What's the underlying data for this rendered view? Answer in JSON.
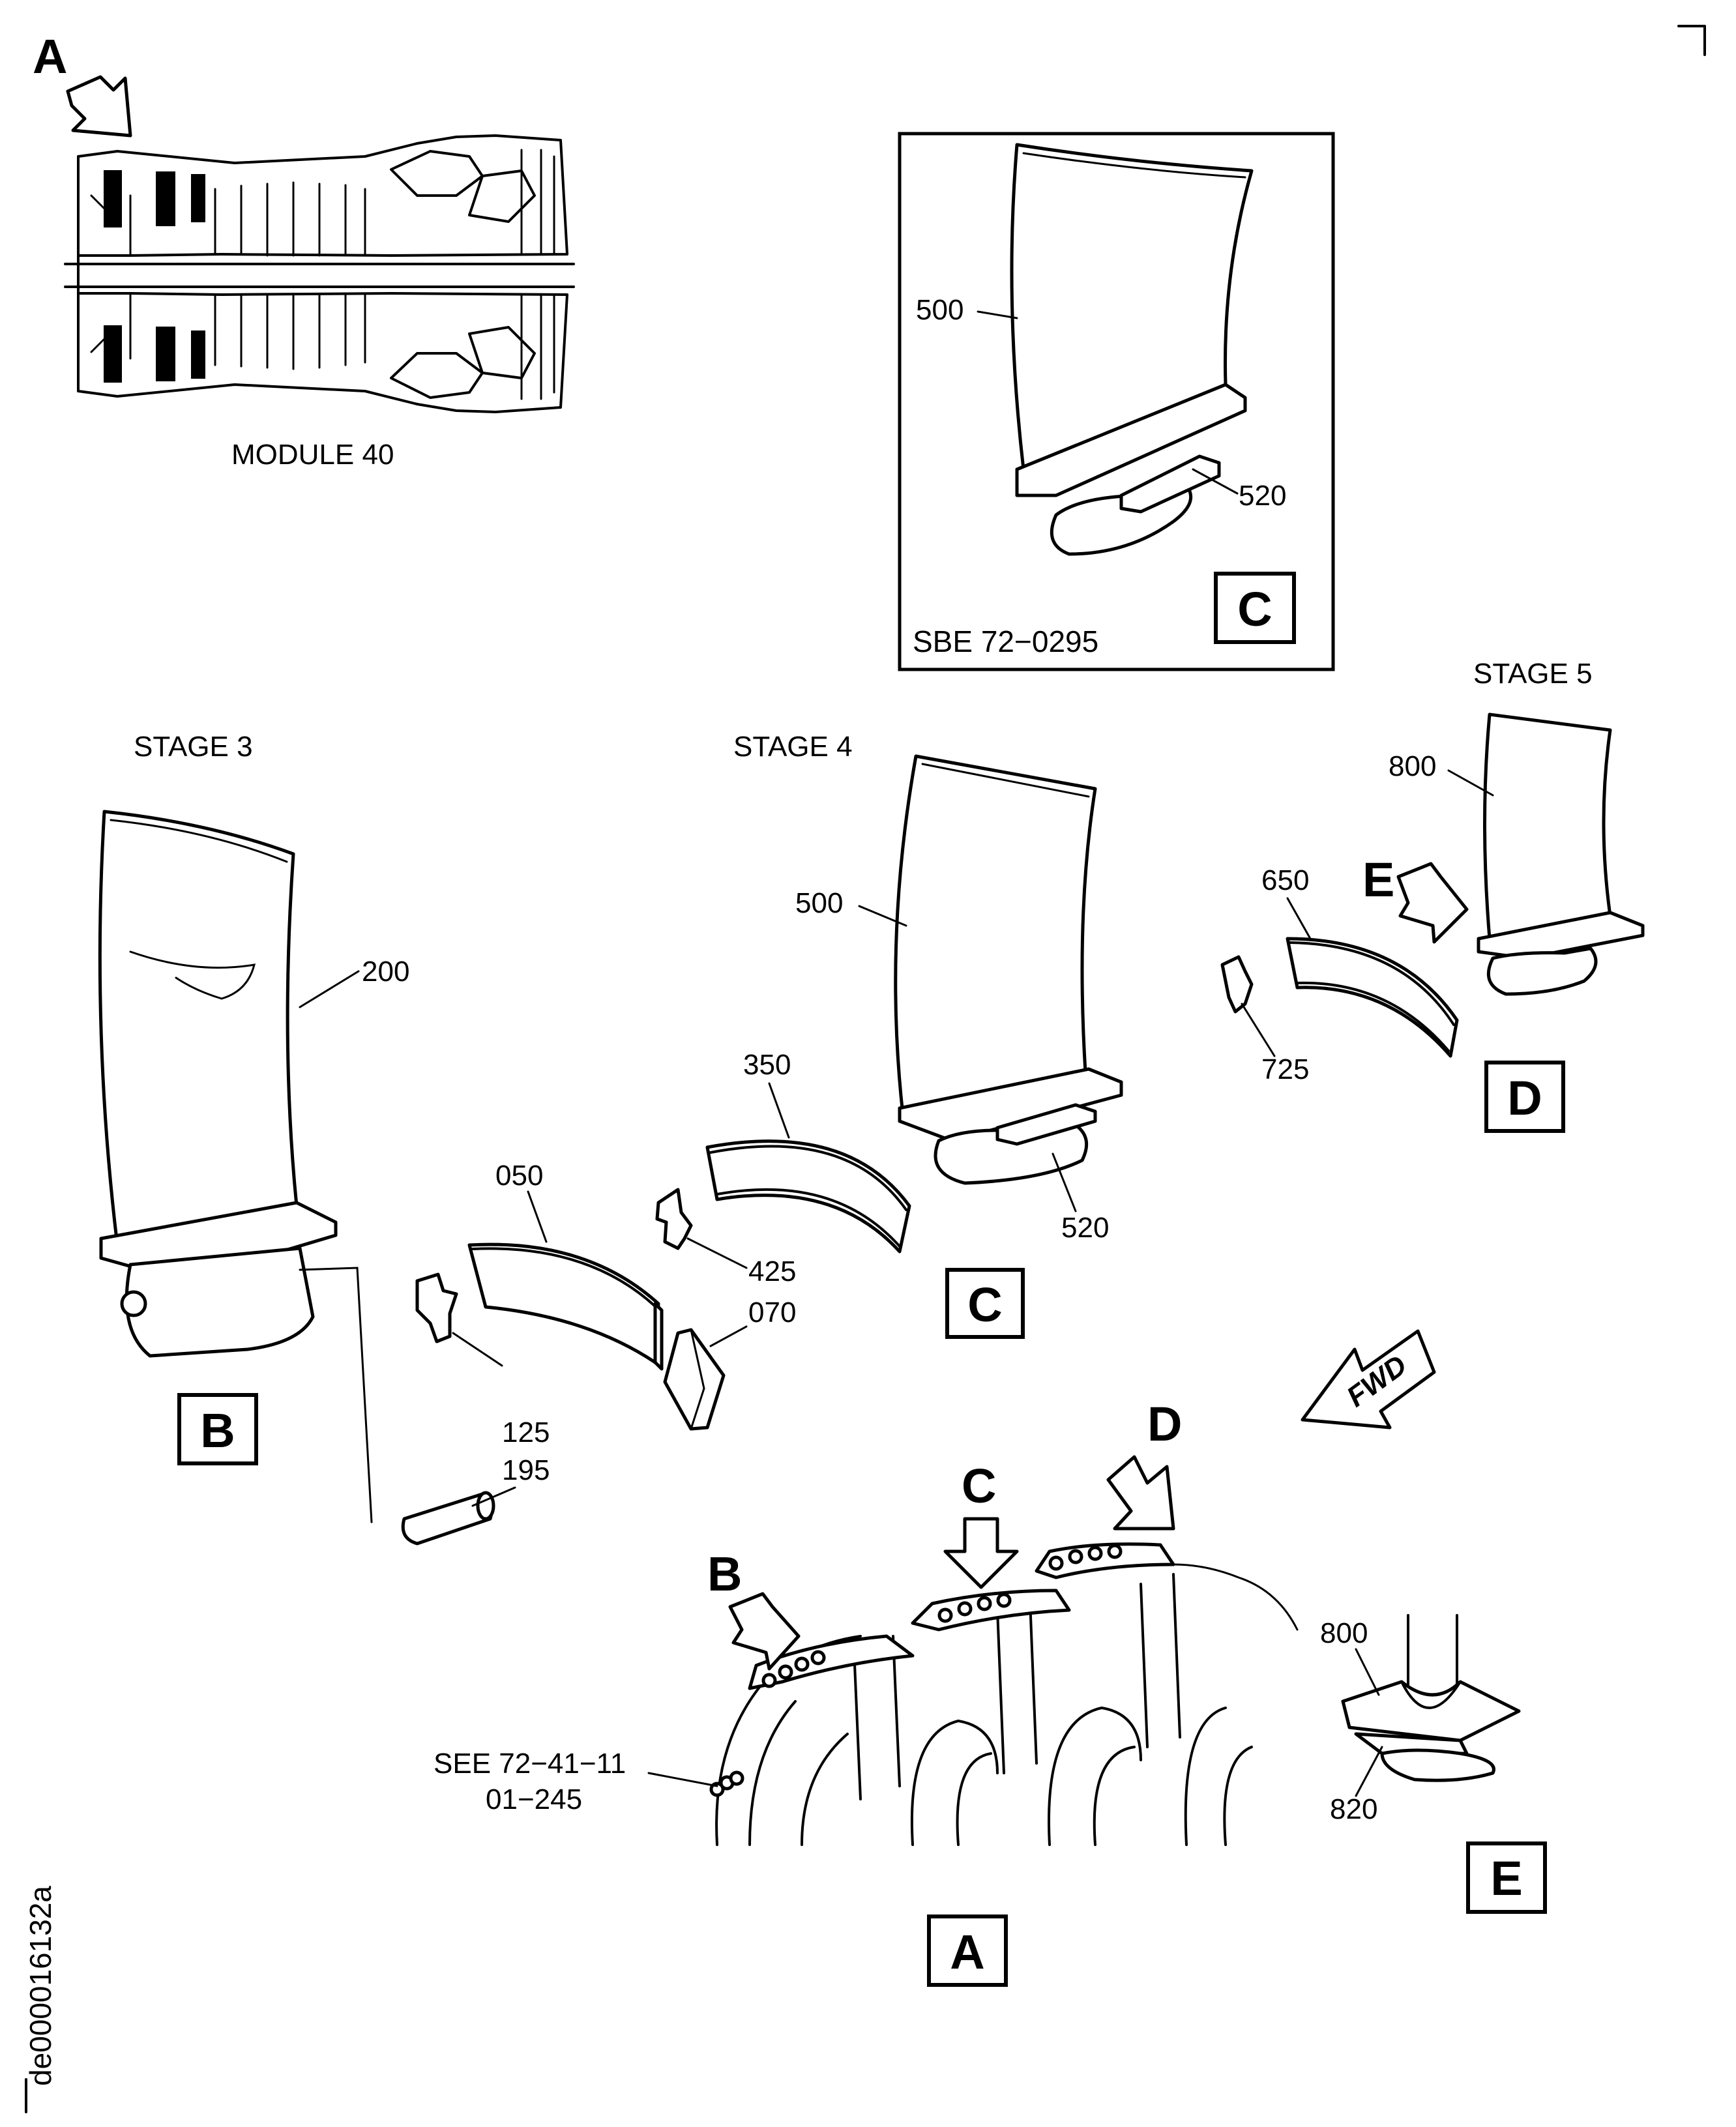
{
  "views": {
    "A": {
      "letter": "A"
    },
    "B": {
      "letter": "B"
    },
    "C": {
      "letter": "C"
    },
    "D": {
      "letter": "D"
    },
    "E": {
      "letter": "E"
    }
  },
  "module_label": "MODULE 40",
  "inset": {
    "sbe_label": "SBE 72−0295",
    "view_letter": "C"
  },
  "stages": {
    "stage3": "STAGE 3",
    "stage4": "STAGE 4",
    "stage5": "STAGE 5"
  },
  "parts": {
    "p050": "050",
    "p070": "070",
    "p125": "125",
    "p195": "195",
    "p200": "200",
    "p350": "350",
    "p425": "425",
    "p500": "500",
    "p520": "520",
    "p650": "650",
    "p725": "725",
    "p800": "800",
    "p820": "820"
  },
  "fwd_label": "FWD",
  "see_ref": {
    "line1": "SEE 72−41−11",
    "line2": "01−245"
  },
  "drawing_id": "de000016132a"
}
